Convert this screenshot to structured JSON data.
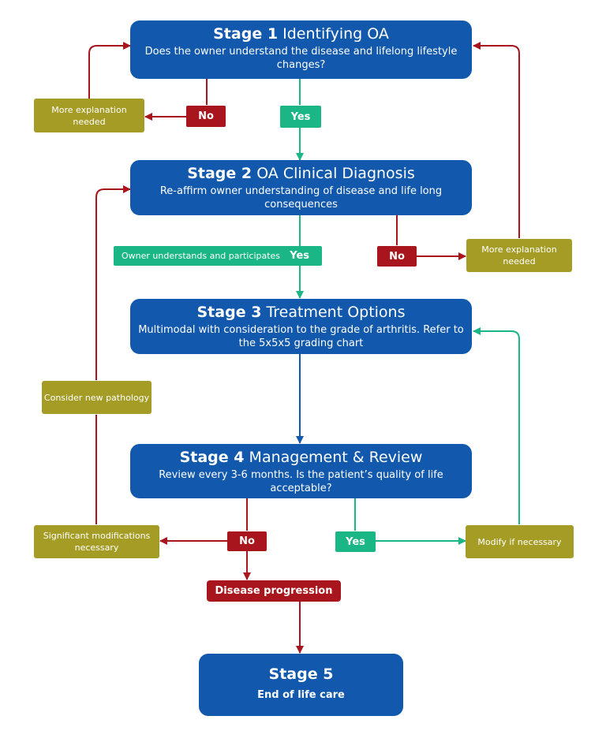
{
  "stages": [
    {
      "bold": "Stage 1",
      "name": "Identifying OA",
      "desc": "Does the owner understand the disease and lifelong lifestyle changes?"
    },
    {
      "bold": "Stage 2",
      "name": "OA Clinical Diagnosis",
      "desc": "Re-affirm owner understanding of disease and life long consequences"
    },
    {
      "bold": "Stage 3",
      "name": "Treatment Options",
      "desc": "Multimodal with consideration to the grade of arthritis. Refer to the 5x5x5 grading chart"
    },
    {
      "bold": "Stage 4",
      "name": "Management & Review",
      "desc": "Review every 3-6 months. Is the patient’s quality of life acceptable?"
    },
    {
      "bold": "Stage 5",
      "name": "",
      "desc": "End of life care"
    }
  ],
  "decisions": {
    "s1_no": "No",
    "s1_yes": "Yes",
    "s2_participates": "Owner understands and participates",
    "s2_yes": "Yes",
    "s2_no": "No",
    "s4_no": "No",
    "s4_yes": "Yes",
    "progression": "Disease progression"
  },
  "notes": {
    "s1_more_explanation": "More explanation needed",
    "s2_more_explanation": "More explanation needed",
    "consider_new_pathology": "Consider new pathology",
    "significant_modifications": "Significant modifications necessary",
    "modify_if_necessary": "Modify if necessary"
  },
  "colors": {
    "stage_blue": "#1259ad",
    "no_red": "#a8151c",
    "yes_green": "#1ab685",
    "note_olive": "#a59c25"
  }
}
